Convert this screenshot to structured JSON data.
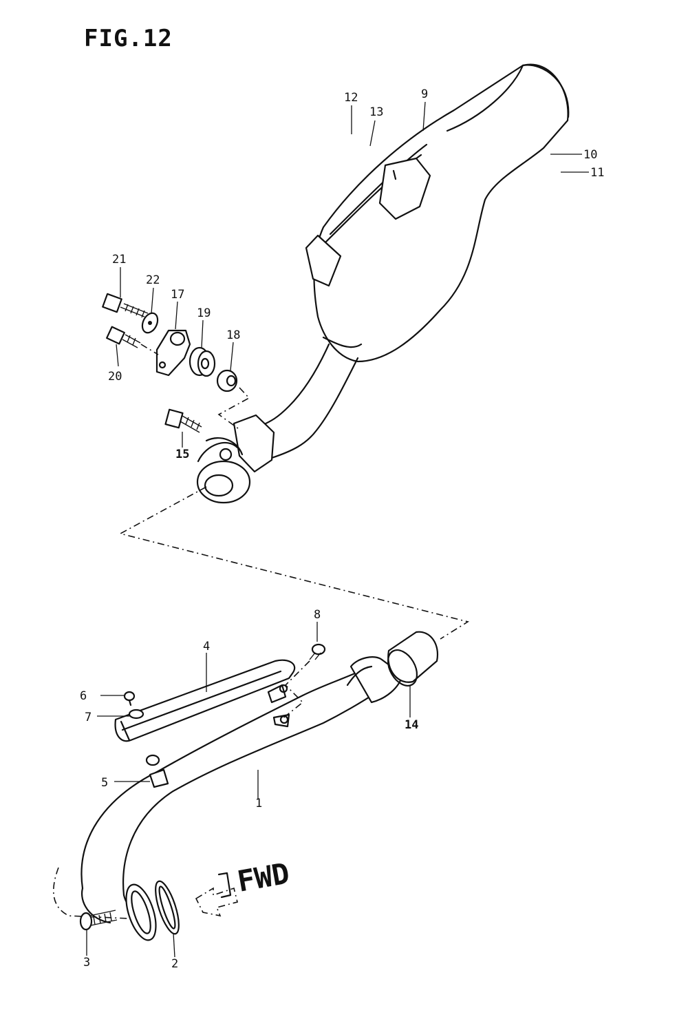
{
  "figure": {
    "title": "FIG.12"
  },
  "direction": {
    "label": "FWD"
  },
  "callouts": {
    "c1": "1",
    "c2": "2",
    "c3": "3",
    "c4": "4",
    "c5": "5",
    "c6": "6",
    "c7": "7",
    "c8": "8",
    "c9": "9",
    "c10": "10",
    "c11": "11",
    "c12": "12",
    "c13": "13",
    "c14": "14",
    "c15": "15",
    "c17": "17",
    "c18": "18",
    "c19": "19",
    "c20": "20",
    "c21": "21",
    "c22": "22"
  }
}
